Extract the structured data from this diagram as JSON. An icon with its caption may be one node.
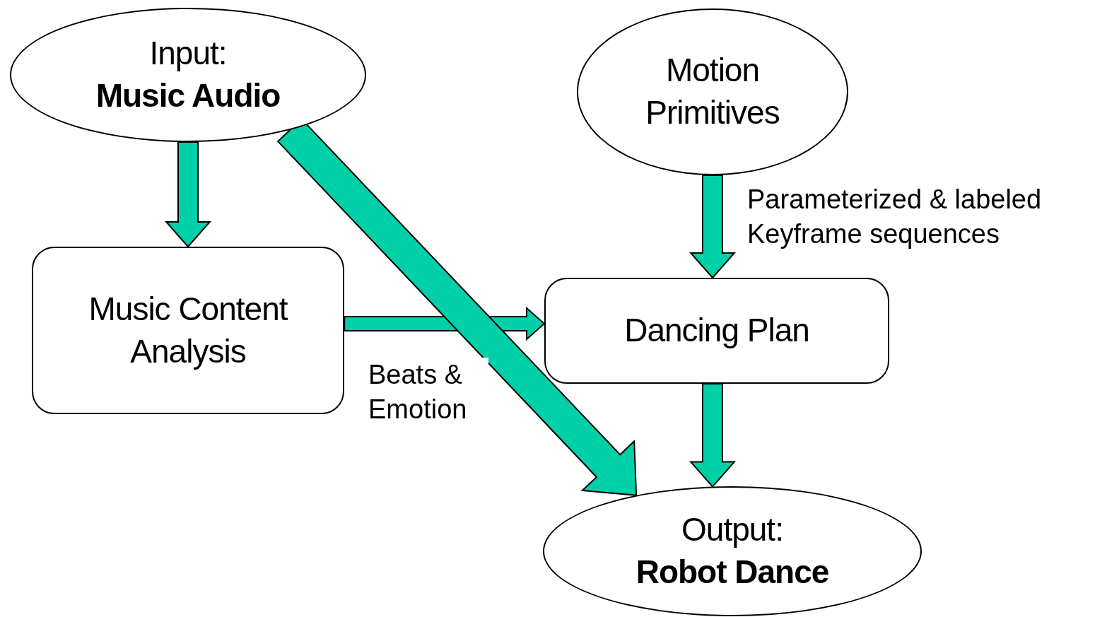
{
  "diagram": {
    "nodes": [
      {
        "text": [
          "Input:",
          "Music Audio"
        ]
      },
      {
        "text": [
          "Motion Primitives"
        ]
      },
      {
        "text": [
          "Music Content Analysis"
        ]
      },
      {
        "text": [
          "Dancing Plan"
        ]
      },
      {
        "text": [
          "Output:",
          "Robot Dance"
        ]
      }
    ],
    "edges": [
      {
        "from": 0,
        "to": 2,
        "arrow": "to"
      },
      {
        "from": 0,
        "to": 4,
        "arrow": "to",
        "style": "thick"
      },
      {
        "from": 2,
        "to": 3,
        "arrow": "to",
        "label": "Beats & Emotion"
      },
      {
        "from": 1,
        "to": 3,
        "arrow": "to",
        "label": "Parameterized & labeled Keyframe sequences"
      },
      {
        "from": 3,
        "to": 4,
        "arrow": "to"
      }
    ]
  }
}
